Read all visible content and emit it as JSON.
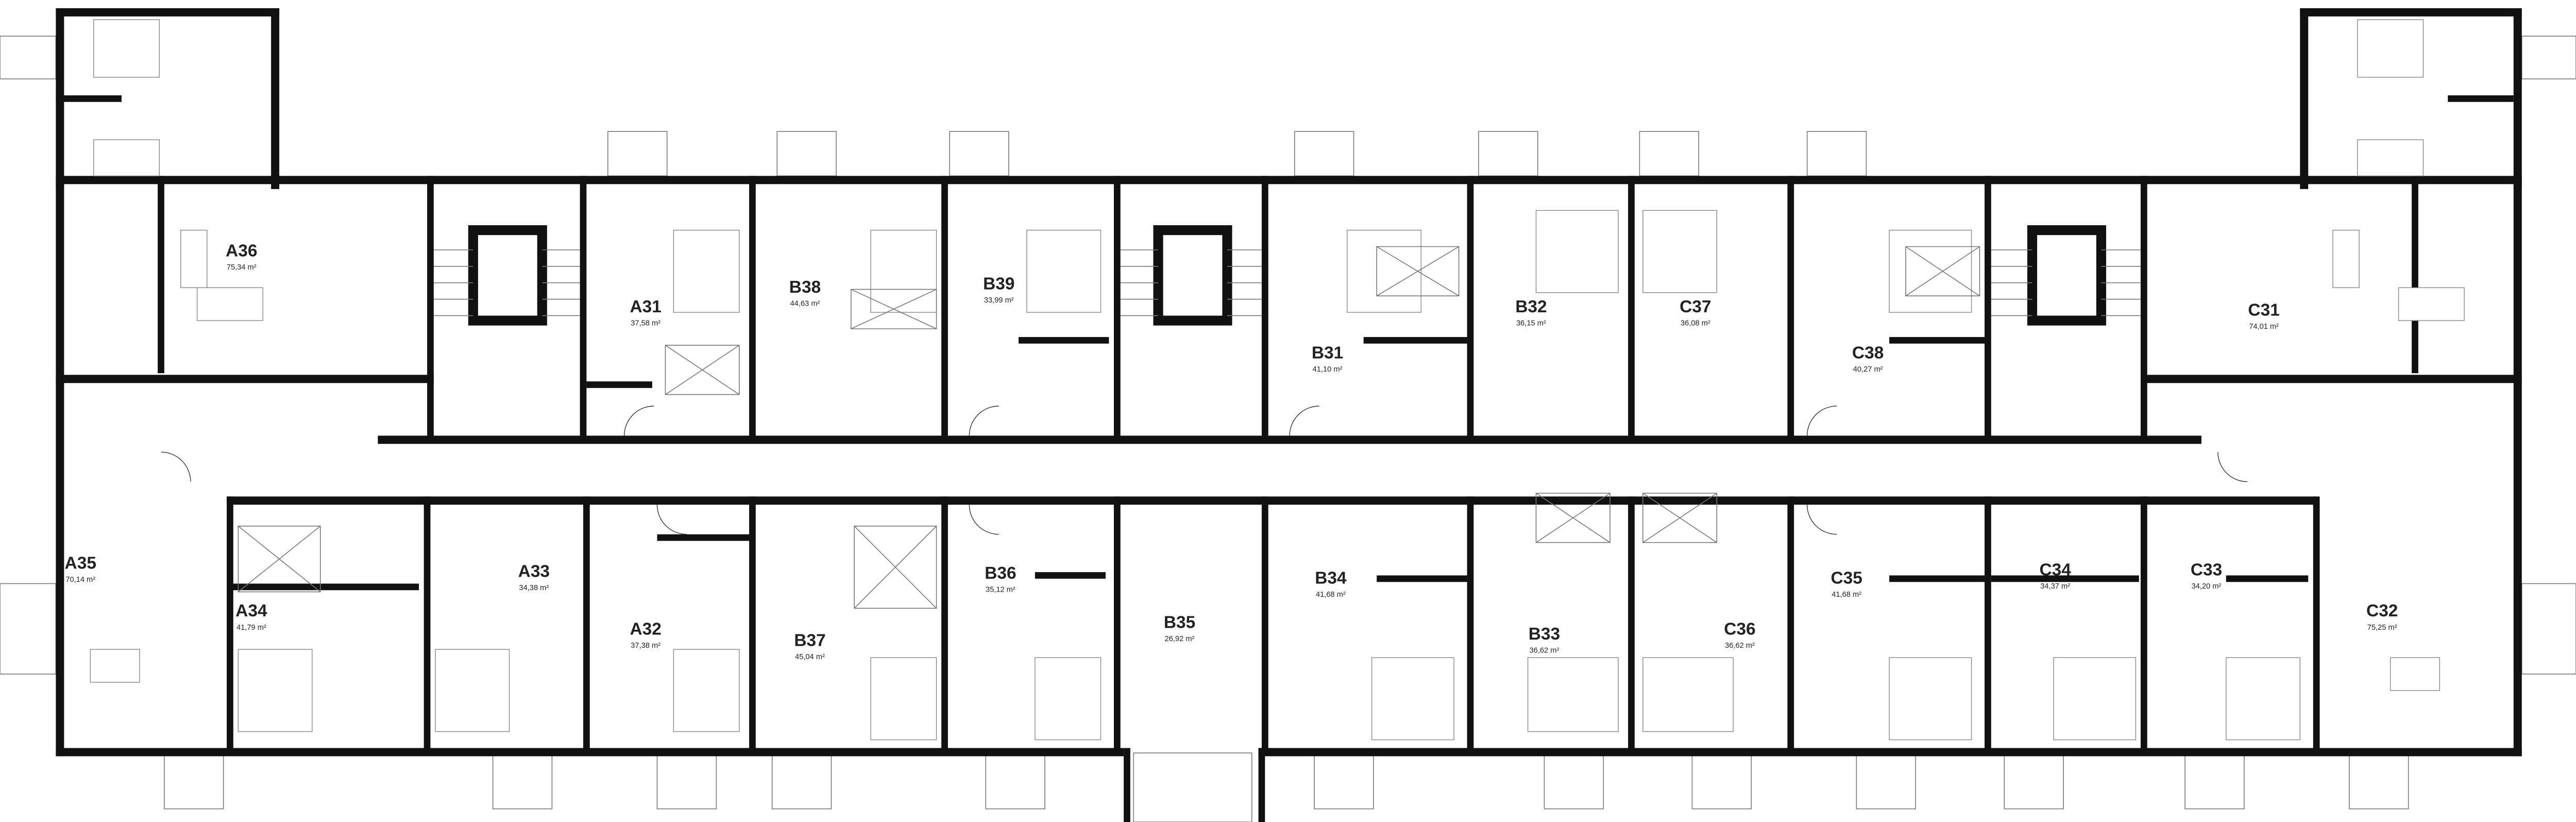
{
  "plan": {
    "area_unit": "m²",
    "units": [
      {
        "name": "A36",
        "area": "75,34 m²"
      },
      {
        "name": "A31",
        "area": "37,58 m²"
      },
      {
        "name": "B38",
        "area": "44,63 m²"
      },
      {
        "name": "B39",
        "area": "33,99 m²"
      },
      {
        "name": "B31",
        "area": "41,10 m²"
      },
      {
        "name": "B32",
        "area": "36,15 m²"
      },
      {
        "name": "C37",
        "area": "36,08 m²"
      },
      {
        "name": "C38",
        "area": "40,27 m²"
      },
      {
        "name": "C31",
        "area": "74,01 m²"
      },
      {
        "name": "A35",
        "area": "70,14 m²"
      },
      {
        "name": "A34",
        "area": "41,79 m²"
      },
      {
        "name": "A33",
        "area": "34,38 m²"
      },
      {
        "name": "A32",
        "area": "37,38 m²"
      },
      {
        "name": "B37",
        "area": "45,04 m²"
      },
      {
        "name": "B36",
        "area": "35,12 m²"
      },
      {
        "name": "B35",
        "area": "26,92 m²"
      },
      {
        "name": "B34",
        "area": "41,68 m²"
      },
      {
        "name": "B33",
        "area": "36,62 m²"
      },
      {
        "name": "C36",
        "area": "36,62 m²"
      },
      {
        "name": "C35",
        "area": "41,68 m²"
      },
      {
        "name": "C34",
        "area": "34,37 m²"
      },
      {
        "name": "C33",
        "area": "34,20 m²"
      },
      {
        "name": "C32",
        "area": "75,25 m²"
      }
    ]
  }
}
